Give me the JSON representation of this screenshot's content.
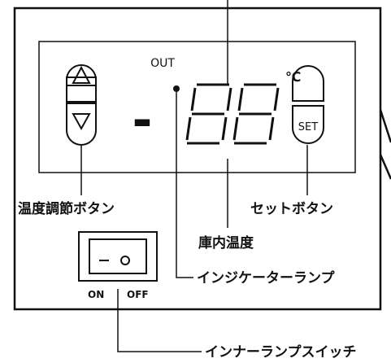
{
  "panel": {
    "out_label": "OUT",
    "celsius": "℃",
    "minus": "-",
    "set_label": "SET"
  },
  "switch": {
    "on_label": "ON",
    "off_label": "OFF"
  },
  "labels": {
    "temp_adjust": "温度調節ボタン",
    "set_button": "セットボタン",
    "inside_temp": "庫内温度",
    "indicator": "インジケーターランプ",
    "inner_lamp_switch": "インナーランプスイッチ"
  },
  "icons": [
    "up-triangle-icon",
    "down-triangle-icon",
    "rocker-switch-icon"
  ]
}
